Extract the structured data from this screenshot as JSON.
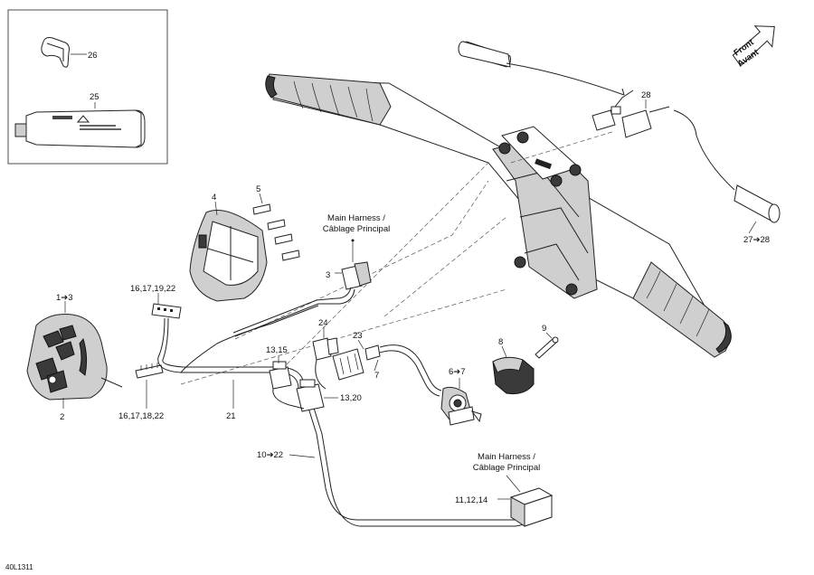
{
  "labels": {
    "p26": "26",
    "p25": "25",
    "p28": "28",
    "p4": "4",
    "p5": "5",
    "p3": "3",
    "p1": "1➔3",
    "p2": "2",
    "p16a": "16,17,19,22",
    "p16b": "16,17,18,22",
    "p21": "21",
    "p24": "24",
    "p23": "23",
    "p7": "7",
    "p1315": "13,15",
    "p1320": "13,20",
    "p67": "6➔7",
    "p8": "8",
    "p9": "9",
    "p2728": "27➔28",
    "p1022": "10➔22",
    "p111214": "11,12,14"
  },
  "harness_top": [
    "Main Harness /",
    "Câblage Principal"
  ],
  "harness_bottom": [
    "Main Harness /",
    "Câblage Principal"
  ],
  "front_arrow": [
    "Front",
    "Avant"
  ],
  "ref_code": "40L1311"
}
